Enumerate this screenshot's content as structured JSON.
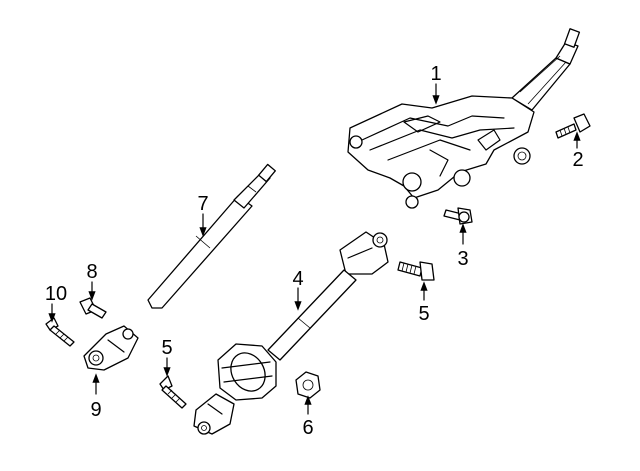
{
  "diagram": {
    "callouts": [
      {
        "id": "callout-1",
        "text": "1"
      },
      {
        "id": "callout-2",
        "text": "2"
      },
      {
        "id": "callout-3",
        "text": "3"
      },
      {
        "id": "callout-4",
        "text": "4"
      },
      {
        "id": "callout-5a",
        "text": "5"
      },
      {
        "id": "callout-5b",
        "text": "5"
      },
      {
        "id": "callout-6",
        "text": "6"
      },
      {
        "id": "callout-7",
        "text": "7"
      },
      {
        "id": "callout-8",
        "text": "8"
      },
      {
        "id": "callout-9",
        "text": "9"
      },
      {
        "id": "callout-10",
        "text": "10"
      }
    ],
    "colors": {
      "ink": "#000000",
      "background": "#ffffff"
    }
  }
}
